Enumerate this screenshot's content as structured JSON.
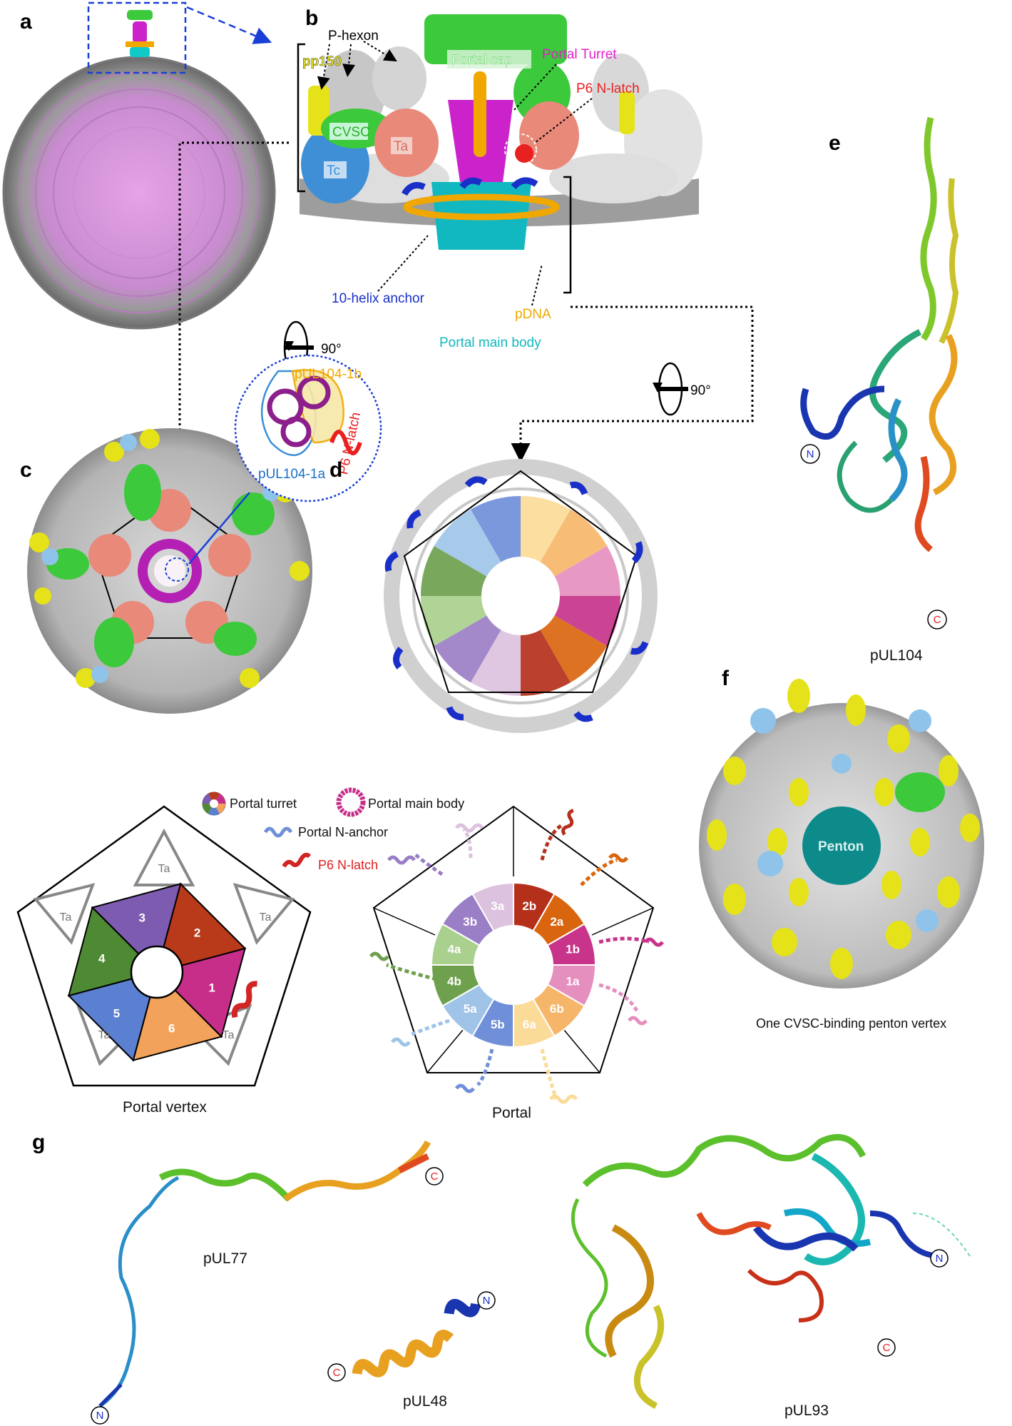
{
  "panels": {
    "a": "a",
    "b": "b",
    "c": "c",
    "d": "d",
    "e": "e",
    "f": "f",
    "g": "g"
  },
  "panel_b_labels": {
    "p_hexon": "P-hexon",
    "pp150": "pp150",
    "cvsc": "CVSC",
    "ta": "Ta",
    "tc": "Tc",
    "portal_cap": "Portal cap",
    "portal_turret": "Portal Turret",
    "p6_nlatch": "P6 N-latch",
    "ten_helix_anchor": "10-helix anchor",
    "pdna": "pDNA",
    "portal_main_body": "Portal main body"
  },
  "rotation_labels": [
    "90°",
    "90°"
  ],
  "panel_c_inset": {
    "pul104_1b": "pUL104-1b",
    "pul104_1a": "pUL104-1a",
    "p6_nlatch": "P6 N-latch"
  },
  "panel_e": {
    "n_term": "N",
    "c_term": "C",
    "caption": "pUL104"
  },
  "panel_f": {
    "penton": "Penton",
    "caption": "One CVSC-binding penton vertex"
  },
  "legend": {
    "portal_turret": "Portal turret",
    "portal_main_body": "Portal main body",
    "portal_n_anchor": "Portal N-anchor",
    "p6_nlatch": "P6 N-latch"
  },
  "portal_vertex": {
    "caption": "Portal vertex",
    "ta_label": "Ta",
    "segments": [
      "1",
      "2",
      "3",
      "4",
      "5",
      "6"
    ],
    "segment_colors": [
      "#c72e8a",
      "#b83a1a",
      "#7d5bb0",
      "#4e8a34",
      "#5b7fd1",
      "#f2a25a"
    ]
  },
  "portal": {
    "caption": "Portal",
    "segments": [
      "1a",
      "1b",
      "2a",
      "2b",
      "3a",
      "3b",
      "4a",
      "4b",
      "5a",
      "5b",
      "6a",
      "6b"
    ],
    "segment_colors": [
      "#e58fbf",
      "#c7348a",
      "#d9660f",
      "#b5301b",
      "#dcc2de",
      "#9b7fc6",
      "#a9d08c",
      "#6ea04d",
      "#9fc4e8",
      "#6f8fd8",
      "#fbdb98",
      "#f6b66a"
    ]
  },
  "panel_g": {
    "pul77": "pUL77",
    "pul48": "pUL48",
    "pul93": "pUL93",
    "n_term": "N",
    "c_term": "C"
  }
}
